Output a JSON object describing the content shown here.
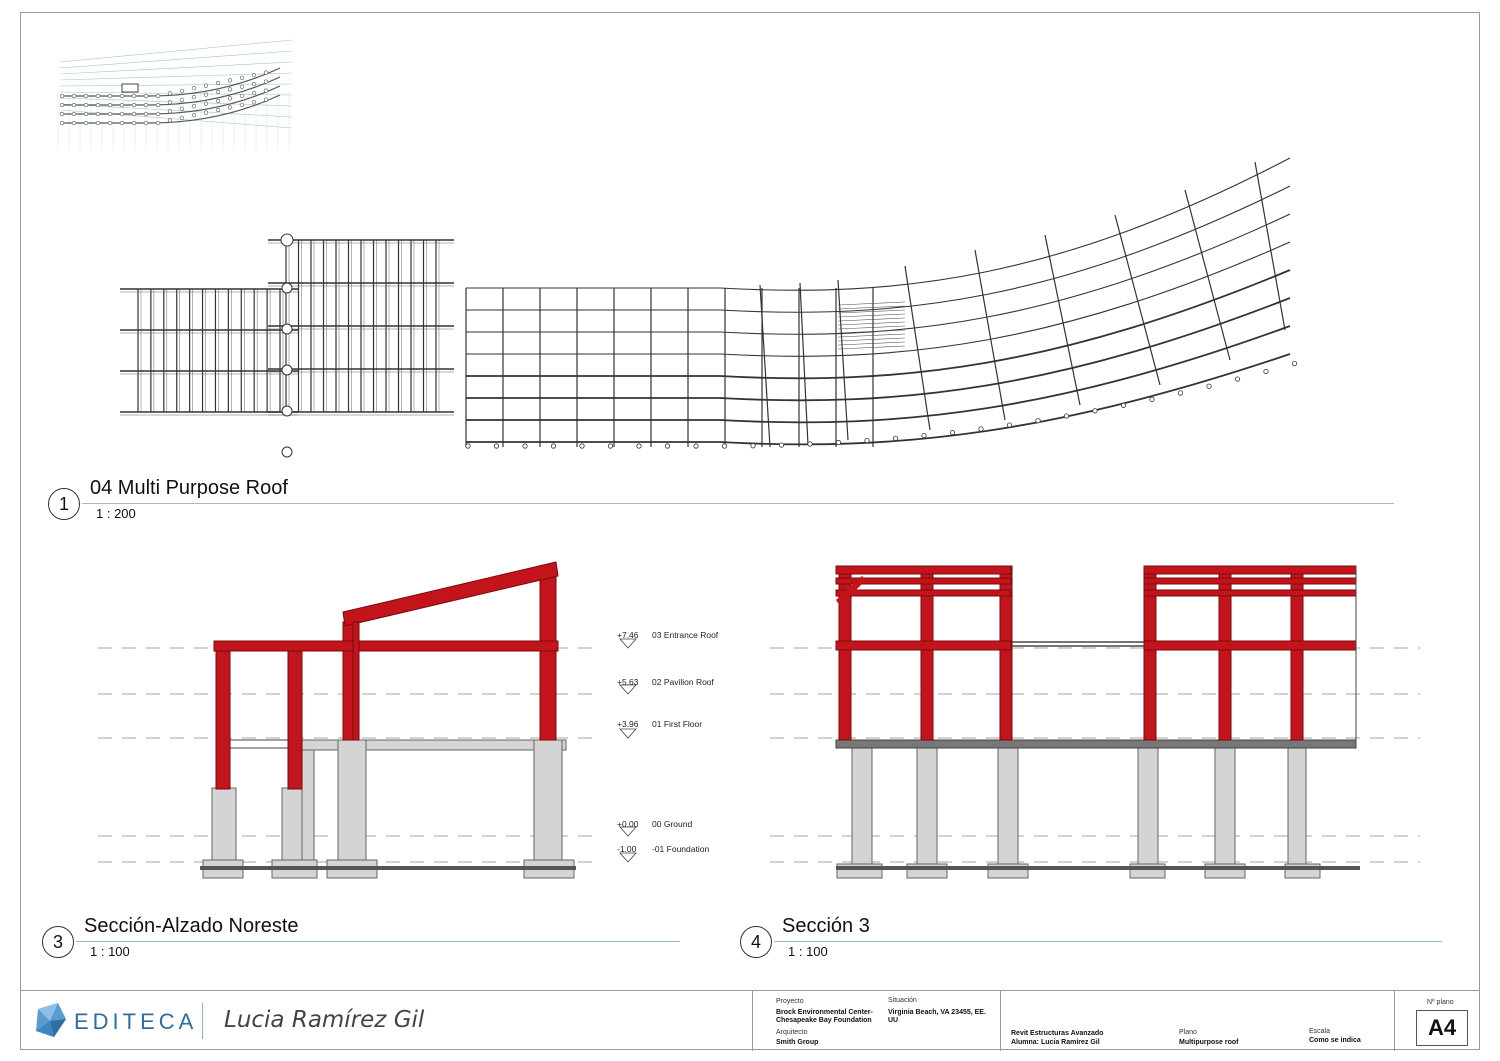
{
  "views": {
    "roof": {
      "number": "1",
      "name": "04 Multi  Purpose Roof",
      "scale": "1 : 200"
    },
    "section_ne": {
      "number": "3",
      "name": "Sección-Alzado Noreste",
      "scale": "1 : 100"
    },
    "section_3": {
      "number": "4",
      "name": "Sección 3",
      "scale": "1 : 100"
    }
  },
  "levels": [
    {
      "elev": "+7.46",
      "name": "03 Entrance Roof"
    },
    {
      "elev": "+5.63",
      "name": "02 Pavilion Roof"
    },
    {
      "elev": "+3.96",
      "name": "01 First Floor"
    },
    {
      "elev": "+0.00",
      "name": "00 Ground"
    },
    {
      "elev": "-1.00",
      "name": "-01 Foundation"
    }
  ],
  "title_block": {
    "logo": "EDITECA",
    "author": "Lucia Ramírez Gil",
    "project_label": "Proyecto",
    "project_value": "Brock Environmental Center-Chesapeake Bay Foundation",
    "architect_label": "Arquitecto",
    "architect_value": "Smith Group",
    "location_label": "Situación",
    "location_value": "Virginia Beach, VA 23455, EE. UU",
    "course": "Revit Estructuras Avanzado",
    "student": "Alumna: Lucia Ramírez Gil",
    "plan_label": "Plano",
    "plan_value": "Multipurpose roof",
    "scale_label": "Escala",
    "scale_value": "Como se indica",
    "sheet_label": "Nº plano",
    "sheet_value": "A4"
  },
  "colors": {
    "steel": "#c4141b",
    "concrete": "#d4d4d4",
    "line": "#333333",
    "title_rule": "#9fbcc0",
    "logo_blue": "#2d6fa0"
  }
}
